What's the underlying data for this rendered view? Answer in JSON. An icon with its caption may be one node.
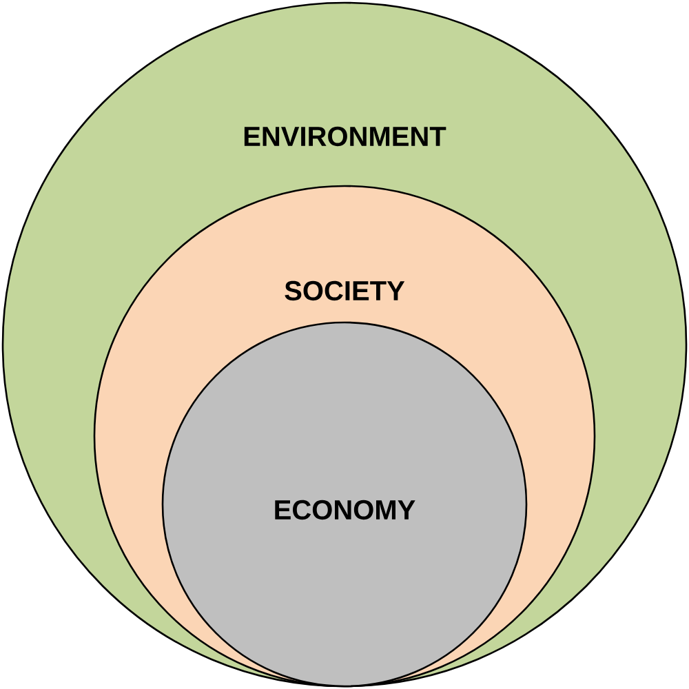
{
  "diagram": {
    "nodes": [
      {
        "text": [
          "ENVIRONMENT"
        ]
      },
      {
        "text": [
          "SOCIETY"
        ],
        "in": 0
      },
      {
        "text": [
          "ECONOMY"
        ],
        "in": 1
      }
    ]
  }
}
